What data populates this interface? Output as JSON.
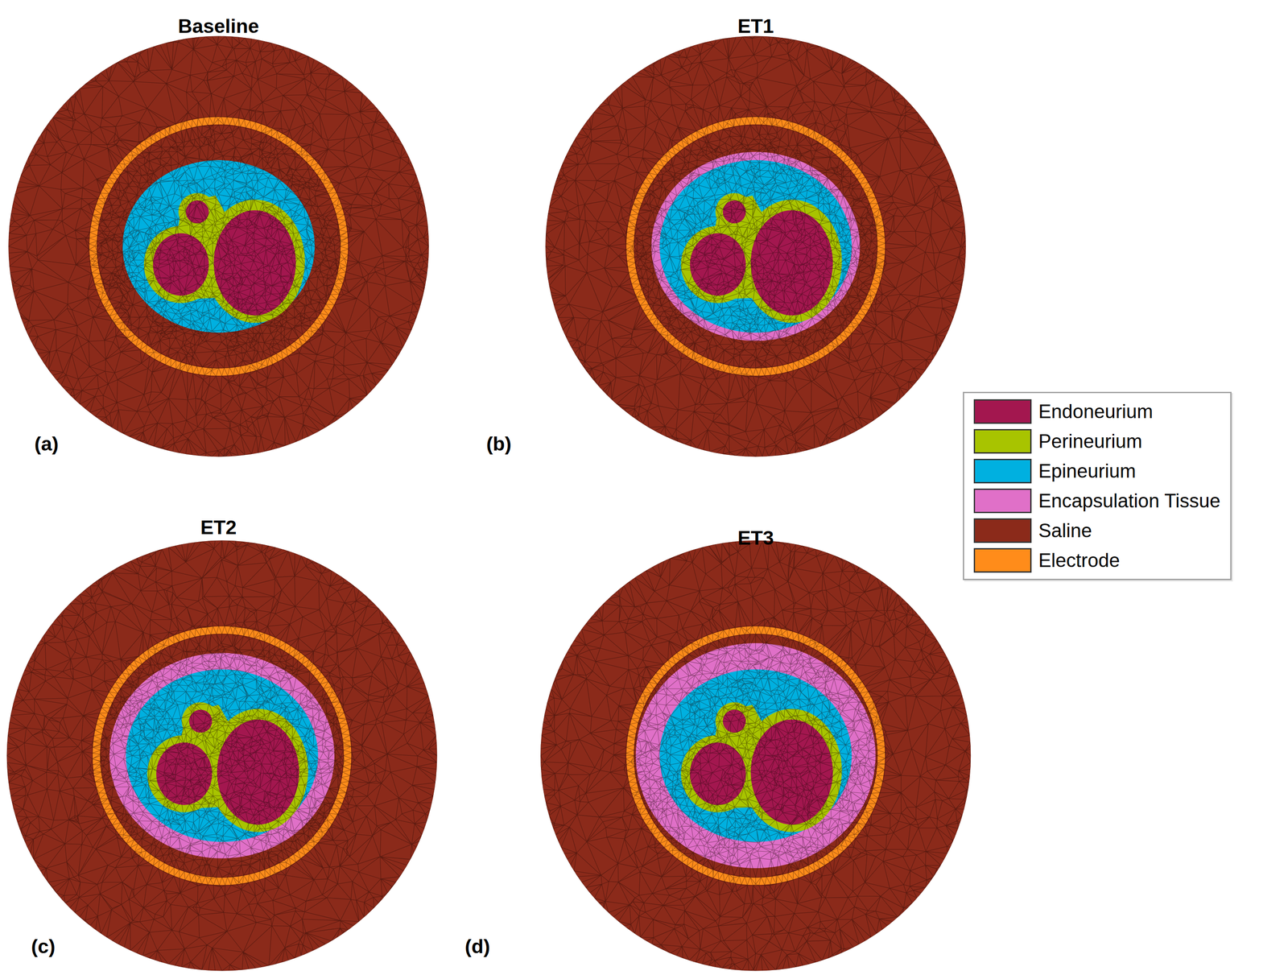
{
  "diagram": {
    "labels": [
      "Baseline",
      "(a)",
      "ET1",
      "(b)",
      "ET2",
      "(c)",
      "ET3",
      "(d)"
    ],
    "legend": [
      {
        "text": "Endoneurium",
        "color": "#a3174f"
      },
      {
        "text": "Perineurium",
        "color": "#a8c400"
      },
      {
        "text": "Epineurium",
        "color": "#00b0e0"
      },
      {
        "text": "Encapsulation Tissue",
        "color": "#e070c8"
      },
      {
        "text": "Saline",
        "color": "#8b2a1a"
      },
      {
        "text": "Electrode",
        "color": "#ff8c1a"
      }
    ]
  }
}
